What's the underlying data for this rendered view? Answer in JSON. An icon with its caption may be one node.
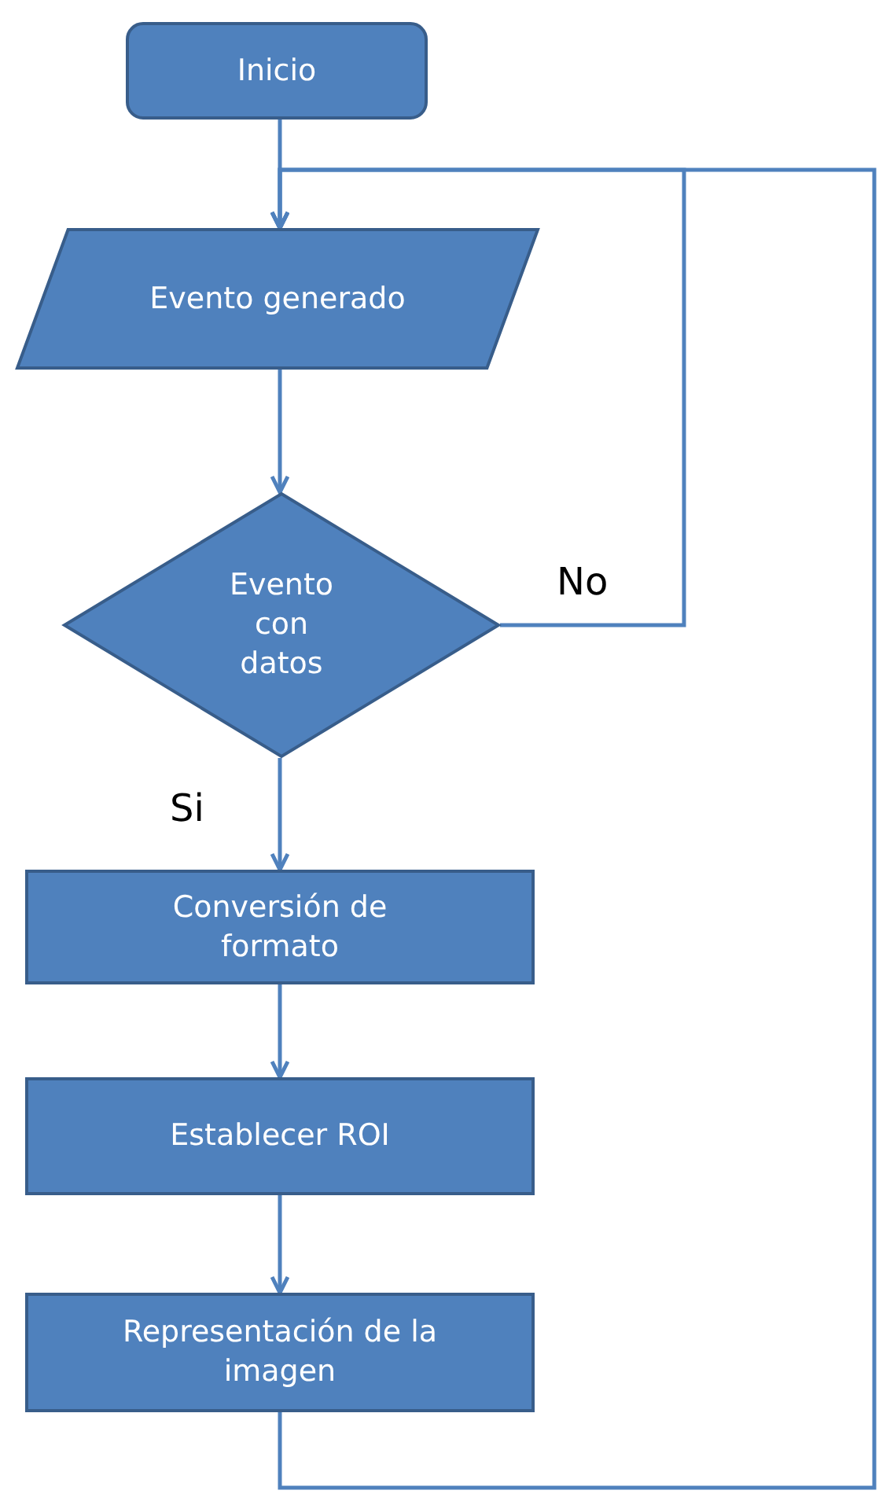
{
  "diagram": {
    "nodes": [
      {
        "text": [
          "Inicio"
        ]
      },
      {
        "text": [
          "Evento generado"
        ]
      },
      {
        "text": [
          "Evento con datos"
        ]
      },
      {
        "text": [
          "Conversión de formato"
        ]
      },
      {
        "text": [
          "Establecer ROI"
        ]
      },
      {
        "text": [
          "Representación de la imagen"
        ]
      }
    ],
    "edges": [
      {
        "from": 0,
        "to": 1,
        "arrow": "to"
      },
      {
        "from": 1,
        "to": 2,
        "arrow": "to"
      },
      {
        "from": 2,
        "to": 1,
        "arrow": "to",
        "label": "No"
      },
      {
        "from": 2,
        "to": 3,
        "arrow": "to",
        "label": "Si"
      },
      {
        "from": 3,
        "to": 4,
        "arrow": "to"
      },
      {
        "from": 4,
        "to": 5,
        "arrow": "to"
      },
      {
        "from": 5,
        "to": 1,
        "arrow": "to"
      }
    ]
  }
}
